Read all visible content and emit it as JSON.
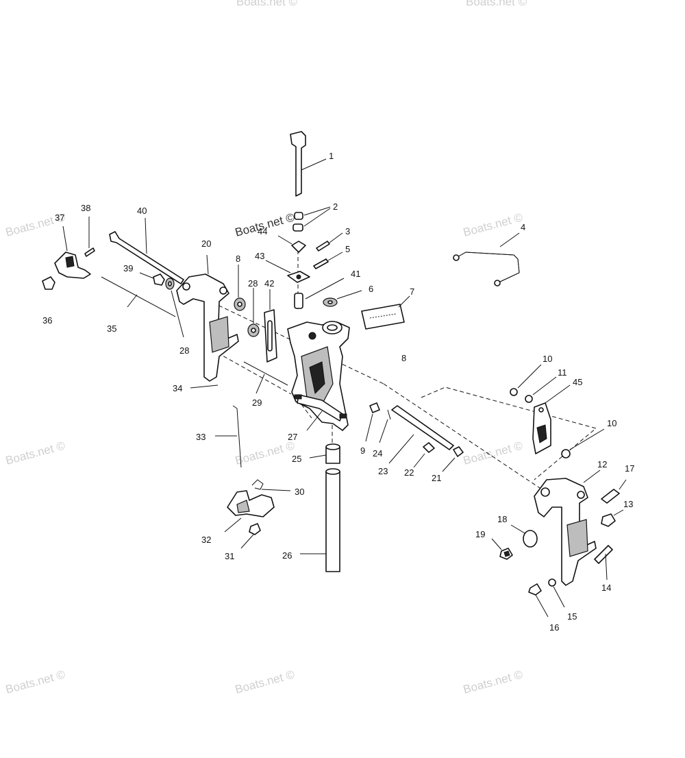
{
  "watermarks": [
    {
      "text": "Boats.net ©",
      "tone": "light"
    },
    {
      "text": "Boats.net ©",
      "tone": "light"
    },
    {
      "text": "Boats.net ©",
      "tone": "dark"
    },
    {
      "text": "Boats.net ©",
      "tone": "light"
    },
    {
      "text": "Boats.net ©",
      "tone": "light"
    },
    {
      "text": "Boats.net ©",
      "tone": "light"
    },
    {
      "text": "Boats.net ©",
      "tone": "light"
    },
    {
      "text": "Boats.net ©",
      "tone": "light"
    },
    {
      "text": "Boats.net ©",
      "tone": "light"
    },
    {
      "text": "Boats.net ©",
      "tone": "light"
    },
    {
      "text": "Boats.net ©",
      "tone": "light"
    }
  ],
  "callouts": {
    "c1": "1",
    "c2": "2",
    "c3": "3",
    "c4": "4",
    "c5": "5",
    "c6": "6",
    "c7": "7",
    "c8a": "8",
    "c8b": "8",
    "c9": "9",
    "c10a": "10",
    "c10b": "10",
    "c11": "11",
    "c12": "12",
    "c13": "13",
    "c14": "14",
    "c15": "15",
    "c16": "16",
    "c17": "17",
    "c18": "18",
    "c19": "19",
    "c20": "20",
    "c21": "21",
    "c22": "22",
    "c23": "23",
    "c24": "24",
    "c25": "25",
    "c26": "26",
    "c27": "27",
    "c28a": "28",
    "c28b": "28",
    "c29": "29",
    "c30": "30",
    "c31": "31",
    "c32": "32",
    "c33": "33",
    "c34": "34",
    "c35": "35",
    "c36": "36",
    "c37": "37",
    "c38": "38",
    "c39": "39",
    "c40": "40",
    "c41": "41",
    "c42": "42",
    "c43": "43",
    "c44": "44",
    "c45": "45"
  }
}
